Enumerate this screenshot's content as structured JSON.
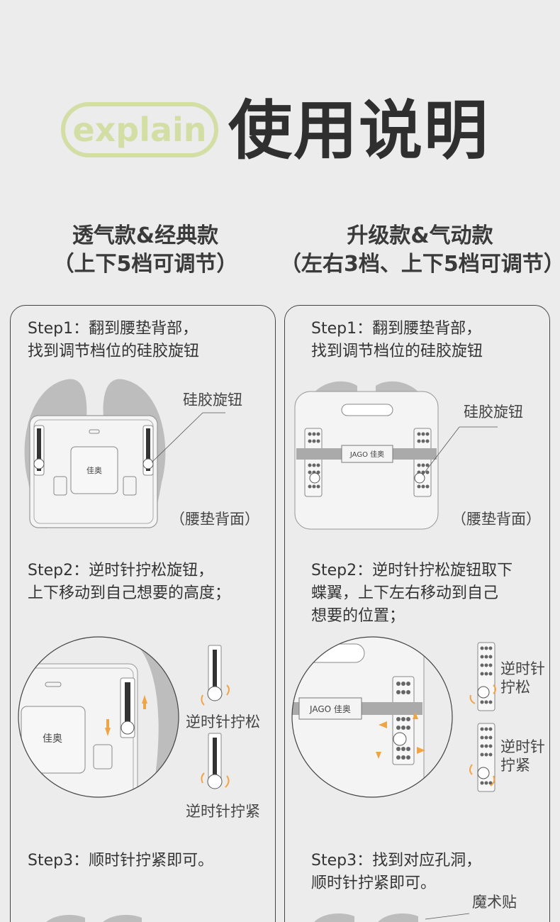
{
  "header": {
    "badge": "explain",
    "title": "使用说明"
  },
  "left_column": {
    "heading_line1": "透气款&经典款",
    "heading_line2": "（上下5档可调节）",
    "step1": [
      "Step1：翻到腰垫背部，",
      "找到调节档位的硅胶旋钮"
    ],
    "step1_callout": "硅胶旋钮",
    "step1_caption": "（腰垫背面）",
    "step2": [
      "Step2：逆时针拧松旋钮，",
      "上下移动到自己想要的高度；"
    ],
    "step2_loosen": "逆时针拧松",
    "step2_tighten": "逆时针拧紧",
    "step3": [
      "Step3：顺时针拧紧即可。"
    ],
    "brand_mark": "佳奥"
  },
  "right_column": {
    "heading_line1": "升级款&气动款",
    "heading_line2": "（左右3档、上下5档可调节）",
    "step1": [
      "Step1：翻到腰垫背部，",
      "找到调节档位的硅胶旋钮"
    ],
    "step1_callout": "硅胶旋钮",
    "step1_caption": "（腰垫背面）",
    "step2": [
      "Step2：逆时针拧松旋钮取下",
      "蝶翼，上下左右移动到自己",
      "想要的位置；"
    ],
    "step2_loosen": [
      "逆时针",
      "拧松"
    ],
    "step2_tighten": [
      "逆时针",
      "拧紧"
    ],
    "step3": [
      "Step3：找到对应孔洞，",
      "顺时针拧紧即可。"
    ],
    "step3_callout": "魔术贴",
    "brand_mark": "JAGO 佳奥"
  },
  "colors": {
    "accent_green": "#d3dea4",
    "arrow_orange": "#f0a446",
    "background": "#ececec"
  }
}
